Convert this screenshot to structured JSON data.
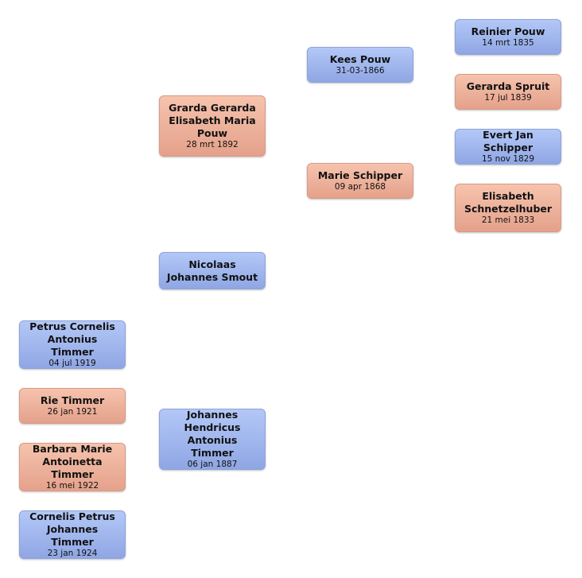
{
  "people": {
    "reinier": {
      "name": "Reinier Pouw",
      "date": "14 mrt 1835",
      "gender": "male"
    },
    "gerarda_s": {
      "name": "Gerarda Spruit",
      "date": "17 jul 1839",
      "gender": "female"
    },
    "evert": {
      "name": "Evert Jan Schipper",
      "date": "15 nov 1829",
      "gender": "male"
    },
    "elisabeth": {
      "name": "Elisabeth Schnetzelhuber",
      "date": "21 mei 1833",
      "gender": "female"
    },
    "kees": {
      "name": "Kees Pouw",
      "date": "31-03-1866",
      "gender": "male"
    },
    "marie": {
      "name": "Marie Schipper",
      "date": "09 apr 1868",
      "gender": "female"
    },
    "grarda": {
      "name": "Grarda Gerarda Elisabeth Maria Pouw",
      "date": "28 mrt 1892",
      "gender": "female"
    },
    "nicolaas": {
      "name": "Nicolaas Johannes Smout",
      "date": "",
      "gender": "male"
    },
    "johannes": {
      "name": "Johannes Hendricus Antonius Timmer",
      "date": "06 jan 1887",
      "gender": "male"
    },
    "petrus": {
      "name": "Petrus Cornelis Antonius Timmer",
      "date": "04 jul 1919",
      "gender": "male"
    },
    "rie": {
      "name": "Rie Timmer",
      "date": "26 jan 1921",
      "gender": "female"
    },
    "barbara": {
      "name": "Barbara Marie Antoinetta Timmer",
      "date": "16 mei 1922",
      "gender": "female"
    },
    "cornelis": {
      "name": "Cornelis Petrus Johannes Timmer",
      "date": "23 jan 1924",
      "gender": "male"
    }
  }
}
